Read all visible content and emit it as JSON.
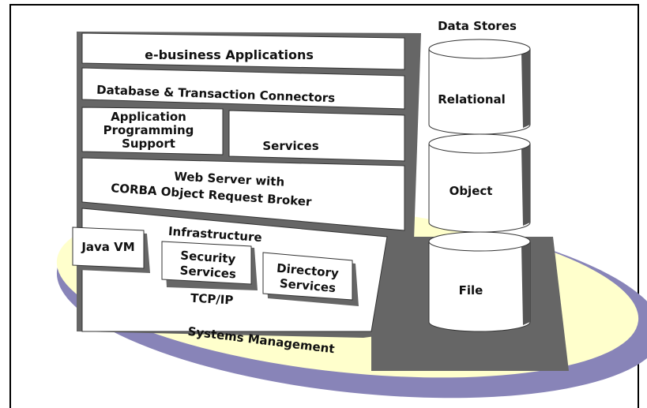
{
  "diagram": {
    "stack_layers": {
      "ebusiness": "e-business Applications",
      "connectors": "Database & Transaction Connectors",
      "app_support": [
        "Application",
        "Programming",
        "Support"
      ],
      "services": "Services",
      "web_server": [
        "Web Server with",
        "CORBA Object Request Broker"
      ],
      "infrastructure": "Infrastructure",
      "java_vm": "Java VM",
      "security": [
        "Security",
        "Services"
      ],
      "directory": [
        "Directory",
        "Services"
      ],
      "tcpip": "TCP/IP"
    },
    "data_stores": {
      "title": "Data Stores",
      "items": [
        "Relational",
        "Object",
        "File"
      ]
    },
    "base": "Systems Management"
  },
  "colors": {
    "shadow": "#666666",
    "panel": "#ffffff",
    "ellipse_fill": "#ffffcc",
    "ellipse_ring": "#8884b8"
  }
}
